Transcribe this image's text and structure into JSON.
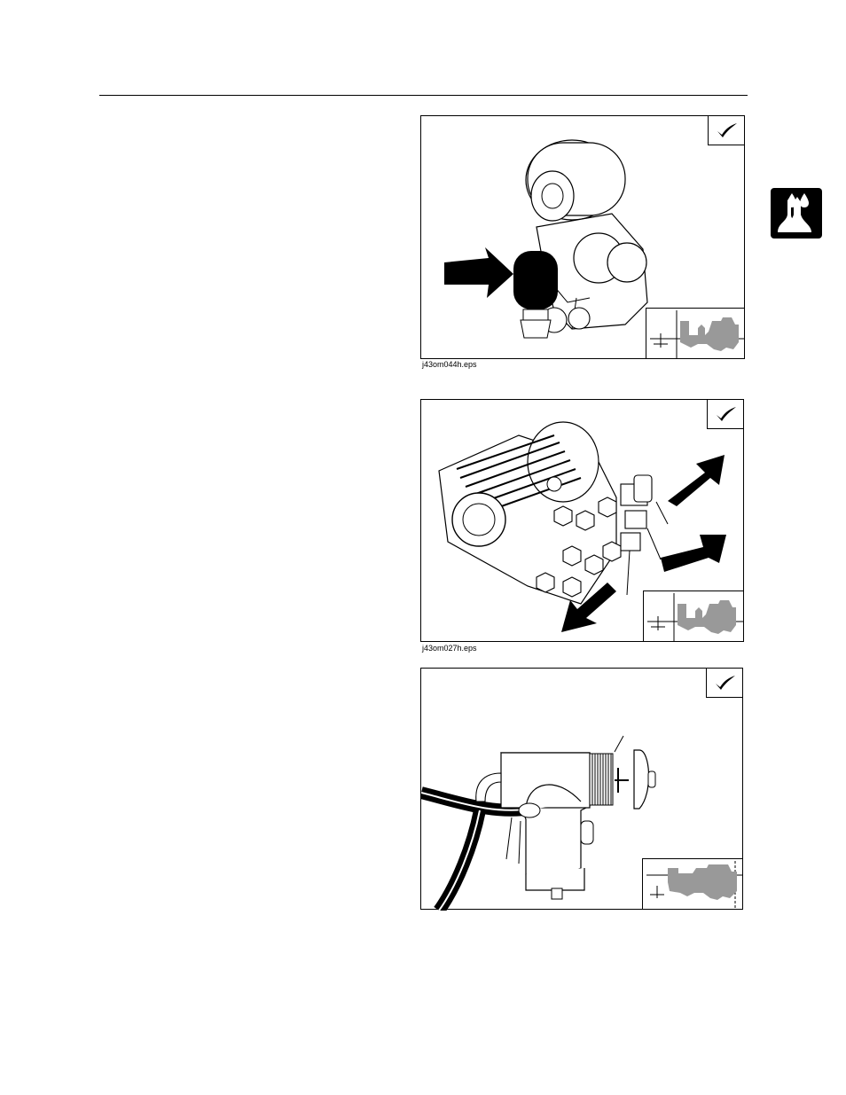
{
  "page": {
    "section_icon": "fluid-drops-icon"
  },
  "figures": [
    {
      "name": "figure-air-filter",
      "caption": "j43om044h.eps",
      "icon": "checkmark-icon"
    },
    {
      "name": "figure-pump-fittings",
      "caption": "j43om027h.eps",
      "icon": "checkmark-icon"
    },
    {
      "name": "figure-filter-housing",
      "caption": "",
      "icon": "checkmark-icon"
    }
  ]
}
